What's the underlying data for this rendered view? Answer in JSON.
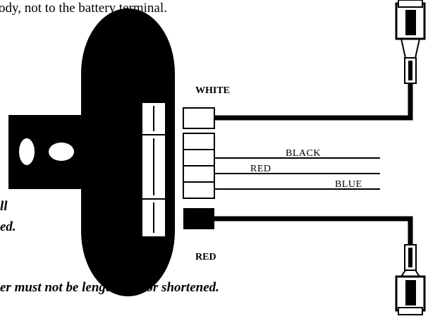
{
  "top_text": "ody, not to the battery terminal.",
  "labels": {
    "white": "WHITE",
    "red_bottom": "RED",
    "black": "BLACK",
    "red_mid": "RED",
    "blue": "BLUE"
  },
  "notes": {
    "left_line1": "ll",
    "left_line2": "ed.",
    "bottom": "er must not be lengthened or shortened."
  },
  "colors": {
    "ink": "#000000",
    "paper": "#ffffff"
  }
}
